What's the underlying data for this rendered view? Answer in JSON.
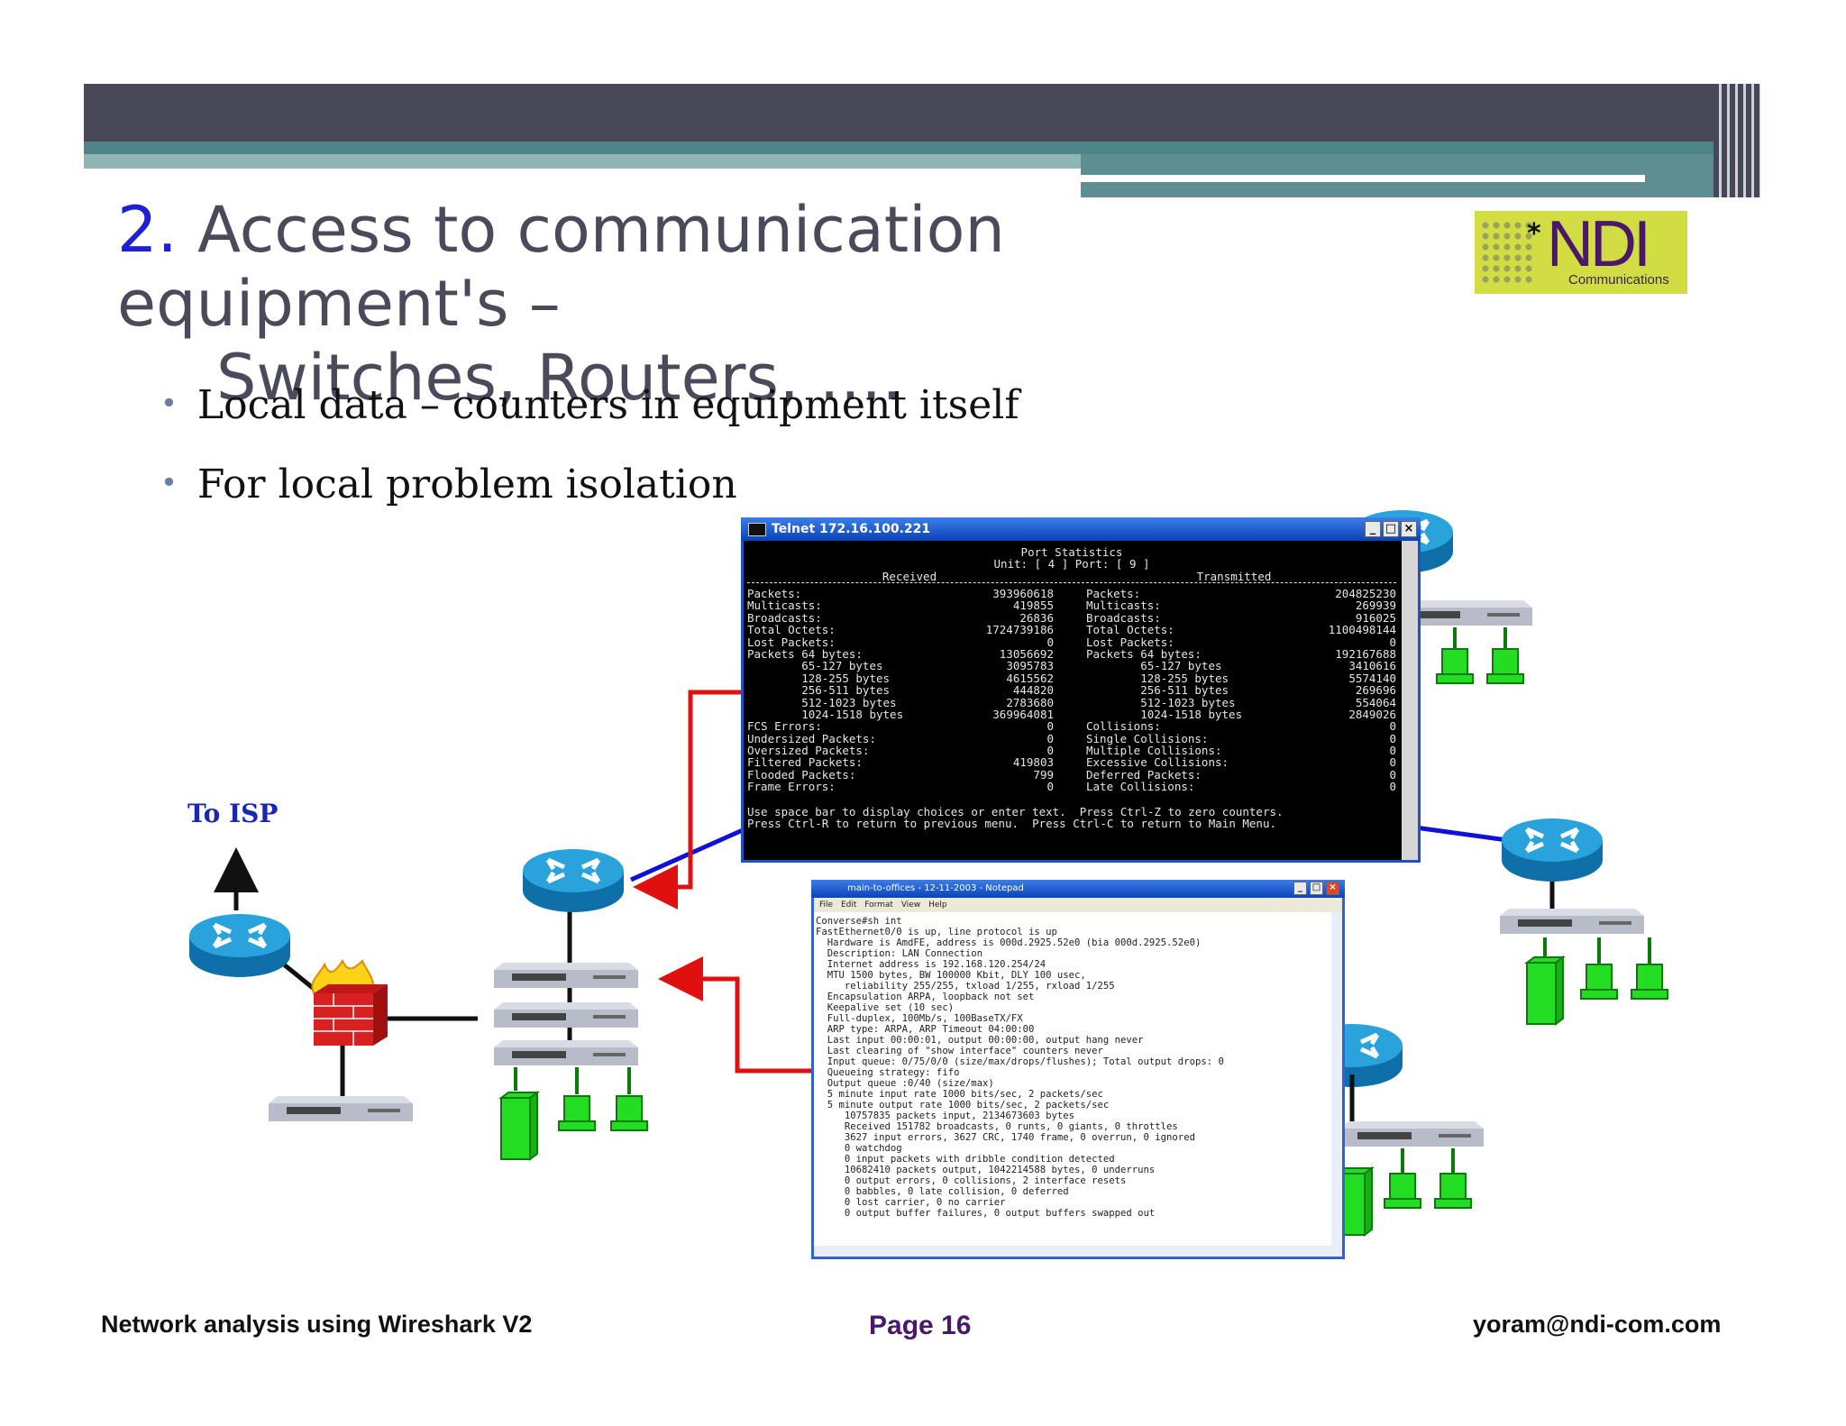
{
  "slide": {
    "title_num": "2.",
    "title_line1": "Access to communication equipment's –",
    "title_line2": "Switches, Routers, ….",
    "bullets": [
      "Local data – counters in equipment itself",
      "For local problem isolation"
    ],
    "to_isp": "To ISP"
  },
  "logo": {
    "word": "NDI",
    "sub": "Communications",
    "asterisk": "*"
  },
  "telnet": {
    "title": "Telnet 172.16.100.221",
    "heading": "Port Statistics",
    "unit_port": "Unit: [ 4 ]  Port: [  9  ]",
    "received": "Received",
    "transmitted": "Transmitted",
    "rx_rows": [
      [
        "Packets:",
        "393960618"
      ],
      [
        "Multicasts:",
        "419855"
      ],
      [
        "Broadcasts:",
        "26836"
      ],
      [
        "Total Octets:",
        "1724739186"
      ],
      [
        "Lost Packets:",
        "0"
      ],
      [
        "Packets 64 bytes:",
        "13056692"
      ],
      [
        "        65-127 bytes",
        "3095783"
      ],
      [
        "        128-255 bytes",
        "4615562"
      ],
      [
        "        256-511 bytes",
        "444820"
      ],
      [
        "        512-1023 bytes",
        "2783680"
      ],
      [
        "        1024-1518 bytes",
        "369964081"
      ],
      [
        "FCS Errors:",
        "0"
      ],
      [
        "Undersized Packets:",
        "0"
      ],
      [
        "Oversized Packets:",
        "0"
      ],
      [
        "Filtered Packets:",
        "419803"
      ],
      [
        "Flooded Packets:",
        "799"
      ],
      [
        "Frame Errors:",
        "0"
      ]
    ],
    "tx_rows": [
      [
        "Packets:",
        "204825230"
      ],
      [
        "Multicasts:",
        "269939"
      ],
      [
        "Broadcasts:",
        "916025"
      ],
      [
        "Total Octets:",
        "1100498144"
      ],
      [
        "Lost Packets:",
        "0"
      ],
      [
        "Packets 64 bytes:",
        "192167688"
      ],
      [
        "        65-127 bytes",
        "3410616"
      ],
      [
        "        128-255 bytes",
        "5574140"
      ],
      [
        "        256-511 bytes",
        "269696"
      ],
      [
        "        512-1023 bytes",
        "554064"
      ],
      [
        "        1024-1518 bytes",
        "2849026"
      ],
      [
        "Collisions:",
        "0"
      ],
      [
        "Single Collisions:",
        "0"
      ],
      [
        "Multiple Collisions:",
        "0"
      ],
      [
        "Excessive Collisions:",
        "0"
      ],
      [
        "Deferred Packets:",
        "0"
      ],
      [
        "Late Collisions:",
        "0"
      ]
    ],
    "footer1": "Use space bar to display choices or enter text.  Press Ctrl-Z to zero counters.",
    "footer2": "Press Ctrl-R to return to previous menu.  Press Ctrl-C to return to Main Menu."
  },
  "notepad": {
    "title": "main-to-offices - 12-11-2003 - Notepad",
    "menu": [
      "File",
      "Edit",
      "Format",
      "View",
      "Help"
    ],
    "lines": [
      "Converse#sh int",
      "FastEthernet0/0 is up, line protocol is up",
      "  Hardware is AmdFE, address is 000d.2925.52e0 (bia 000d.2925.52e0)",
      "  Description: LAN Connection",
      "  Internet address is 192.168.120.254/24",
      "  MTU 1500 bytes, BW 100000 Kbit, DLY 100 usec,",
      "     reliability 255/255, txload 1/255, rxload 1/255",
      "  Encapsulation ARPA, loopback not set",
      "  Keepalive set (10 sec)",
      "  Full-duplex, 100Mb/s, 100BaseTX/FX",
      "  ARP type: ARPA, ARP Timeout 04:00:00",
      "  Last input 00:00:01, output 00:00:00, output hang never",
      "  Last clearing of \"show interface\" counters never",
      "  Input queue: 0/75/0/0 (size/max/drops/flushes); Total output drops: 0",
      "  Queueing strategy: fifo",
      "  Output queue :0/40 (size/max)",
      "  5 minute input rate 1000 bits/sec, 2 packets/sec",
      "  5 minute output rate 1000 bits/sec, 2 packets/sec",
      "     10757835 packets input, 2134673603 bytes",
      "     Received 151782 broadcasts, 0 runts, 0 giants, 0 throttles",
      "     3627 input errors, 3627 CRC, 1740 frame, 0 overrun, 0 ignored",
      "     0 watchdog",
      "     0 input packets with dribble condition detected",
      "     10682410 packets output, 1042214588 bytes, 0 underruns",
      "     0 output errors, 0 collisions, 2 interface resets",
      "     0 babbles, 0 late collision, 0 deferred",
      "     0 lost carrier, 0 no carrier",
      "     0 output buffer failures, 0 output buffers swapped out"
    ]
  },
  "footer": {
    "left": "Network analysis using Wireshark V2",
    "page": "Page 16",
    "right": "yoram@ndi-com.com"
  },
  "colors": {
    "header_dark": "#474758",
    "header_teal": "#4e8588",
    "title_num": "#1f1fd6",
    "to_isp": "#1a26b4",
    "arrow_red": "#e01010",
    "link_blue": "#1010d8",
    "router_blue": "#1a8fc8",
    "host_green": "#22dd22"
  }
}
